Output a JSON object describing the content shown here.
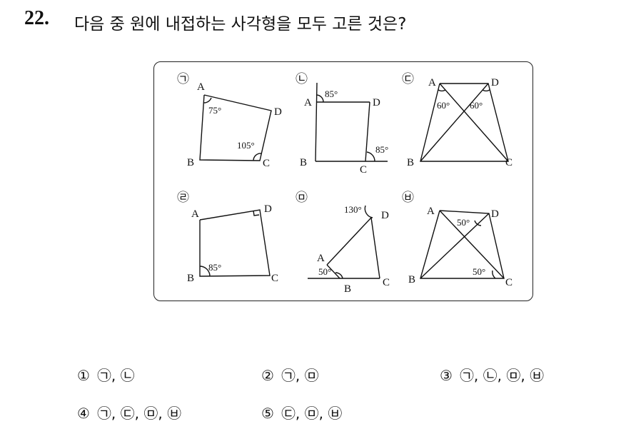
{
  "question": {
    "number": "22.",
    "text": "다음 중 원에 내접하는 사각형을 모두 고른 것은?"
  },
  "figures": [
    {
      "marker": "㉠",
      "vertices": [
        "A",
        "B",
        "C",
        "D"
      ],
      "angles": [
        "75°",
        "105°"
      ]
    },
    {
      "marker": "㉡",
      "vertices": [
        "A",
        "B",
        "C",
        "D"
      ],
      "angles": [
        "85°",
        "85°"
      ]
    },
    {
      "marker": "㉢",
      "vertices": [
        "A",
        "B",
        "C",
        "D"
      ],
      "angles": [
        "60°",
        "60°"
      ]
    },
    {
      "marker": "㉣",
      "vertices": [
        "A",
        "B",
        "C",
        "D"
      ],
      "angles": [
        "85°"
      ]
    },
    {
      "marker": "㉤",
      "vertices": [
        "A",
        "B",
        "C",
        "D"
      ],
      "angles": [
        "130°",
        "50°"
      ]
    },
    {
      "marker": "㉥",
      "vertices": [
        "A",
        "B",
        "C",
        "D"
      ],
      "angles": [
        "50°",
        "50°"
      ]
    }
  ],
  "choices": [
    {
      "num": "①",
      "text": "㉠, ㉡"
    },
    {
      "num": "②",
      "text": "㉠, ㉤"
    },
    {
      "num": "③",
      "text": "㉠, ㉡, ㉤, ㉥"
    },
    {
      "num": "④",
      "text": "㉠, ㉢, ㉤, ㉥"
    },
    {
      "num": "⑤",
      "text": "㉢, ㉤, ㉥"
    }
  ]
}
